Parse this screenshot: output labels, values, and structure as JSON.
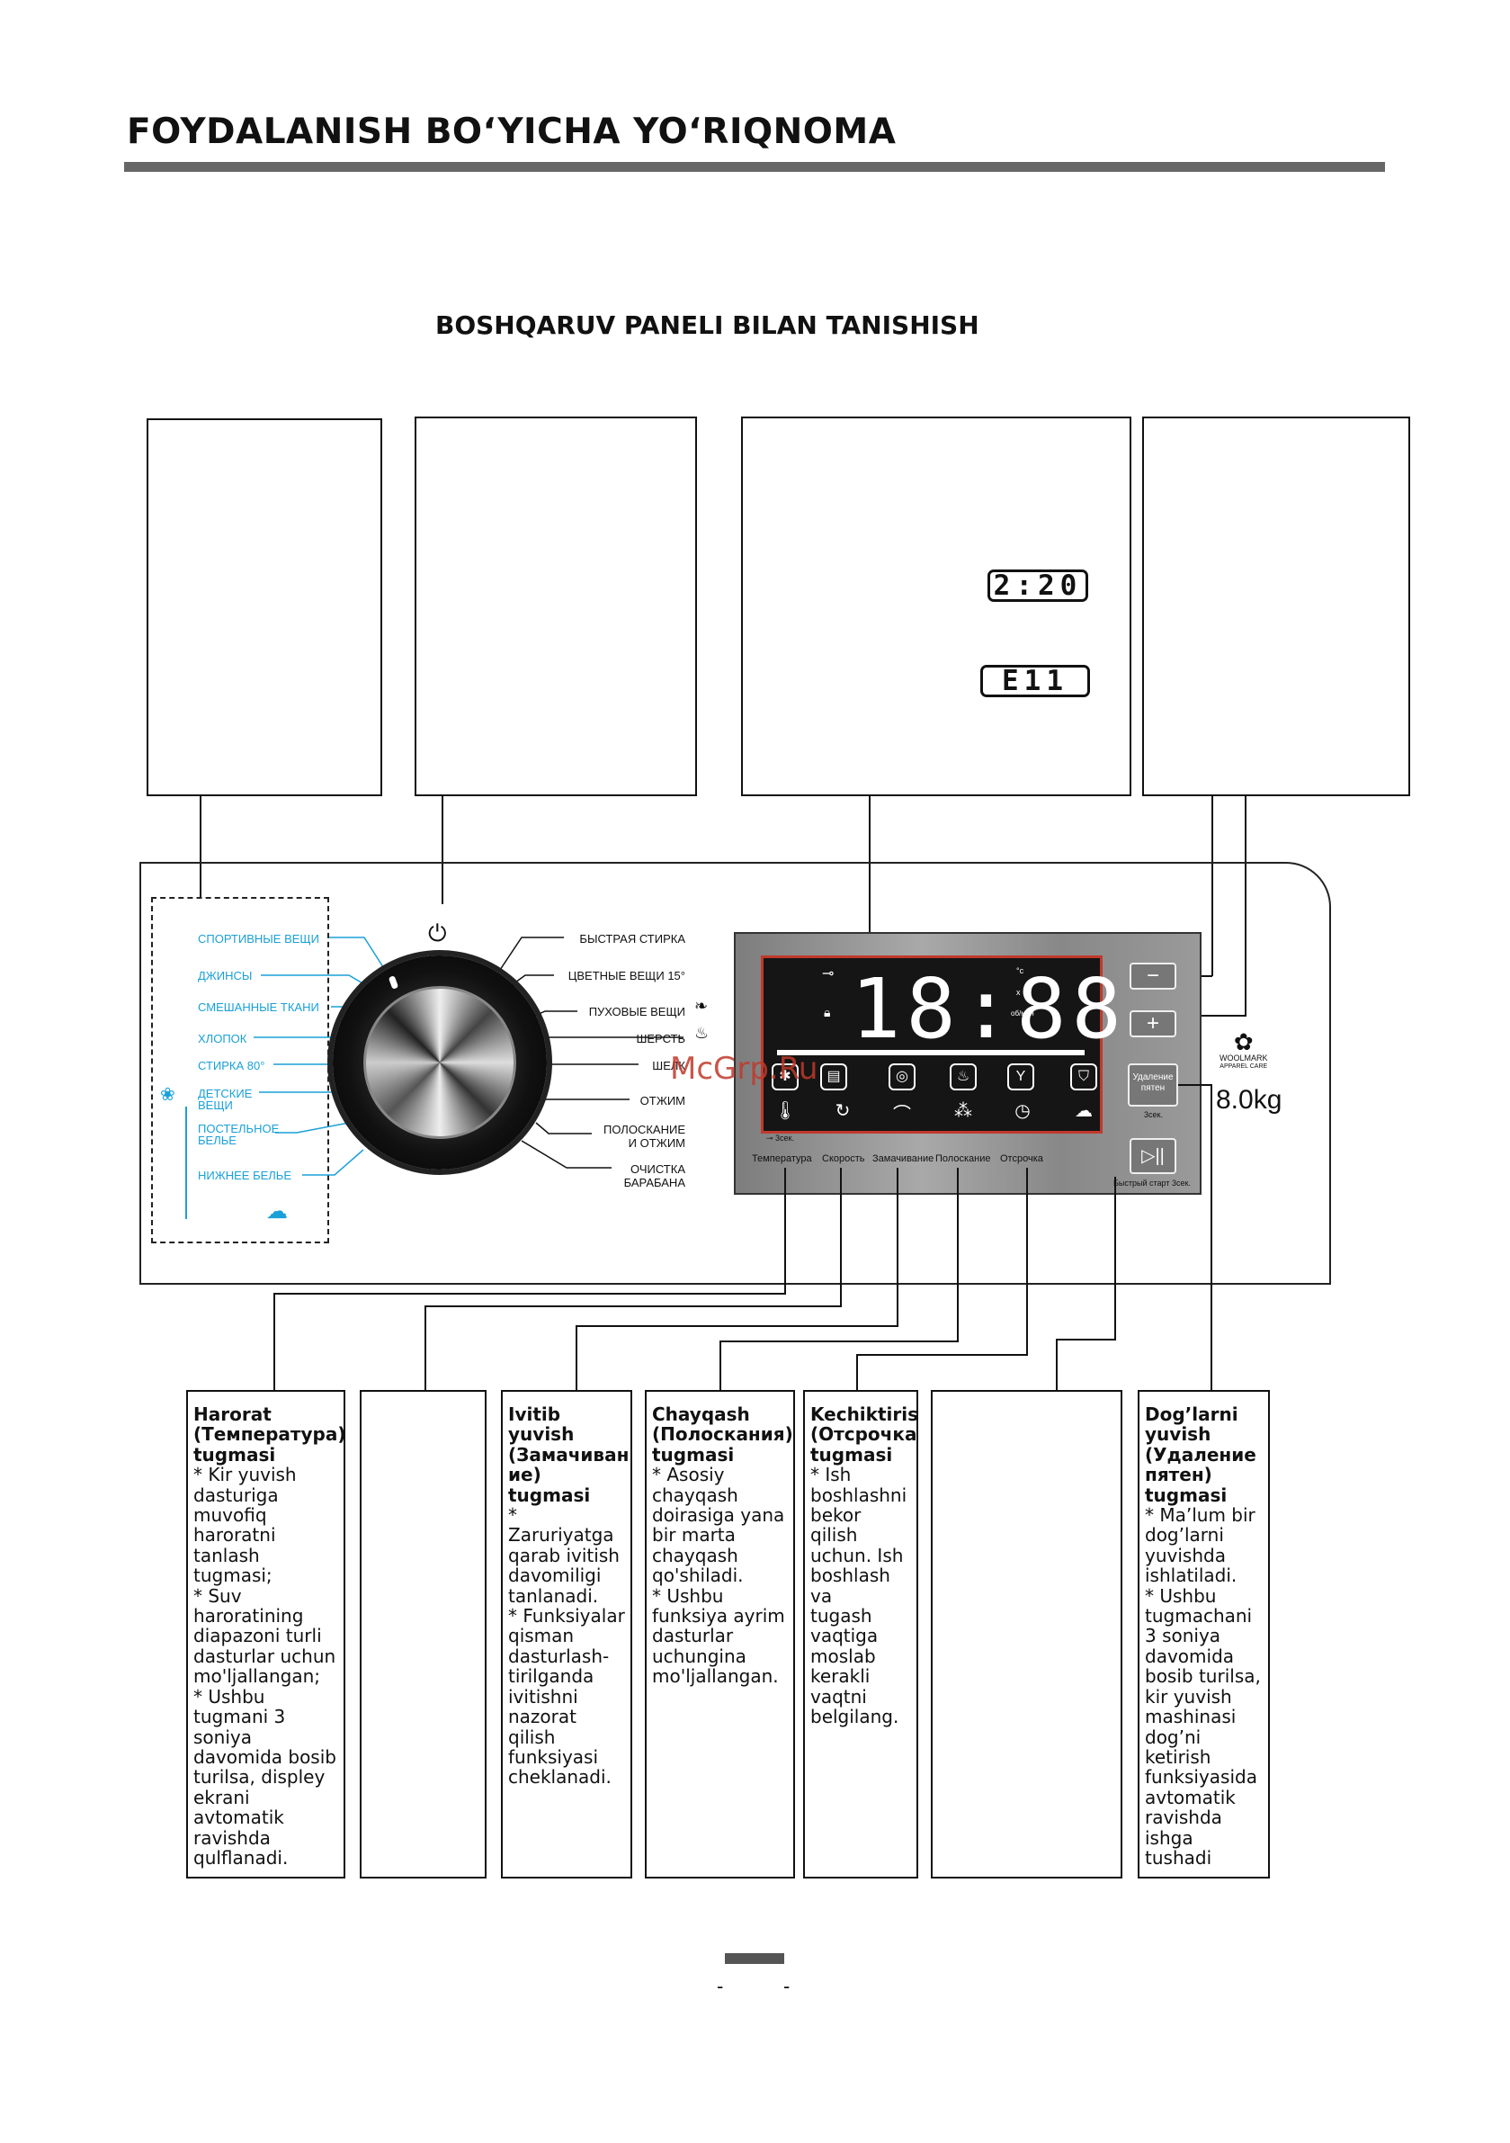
{
  "header": {
    "title": "FOYDALANISH BO‘YICHA YO‘RIQNOMA"
  },
  "section": {
    "title": "BOSHQARUV PANELI BILAN TANISHISH"
  },
  "lcd_small": {
    "time": "2:20",
    "error": "E11"
  },
  "programs_left": [
    "СПОРТИВНЫЕ ВЕЩИ",
    "ДЖИНСЫ",
    "СМЕШАННЫЕ ТКАНИ",
    "ХЛОПОК",
    "СТИРКА 80°",
    "ДЕТСКИЕ\nВЕЩИ",
    "ПОСТЕЛЬНОЕ\nБЕЛЬЕ",
    "НИЖНЕЕ БЕЛЬЕ"
  ],
  "programs_right": [
    "БЫСТРАЯ СТИРКА",
    "ЦВЕТНЫЕ ВЕЩИ 15°",
    "ПУХОВЫЕ ВЕЩИ",
    "ШЕРСТЬ",
    "ШЕЛК",
    "ОТЖИМ",
    "ПОЛОСКАНИЕ\nИ ОТЖИМ",
    "ОЧИСТКА\nБАРАБАНА"
  ],
  "display": {
    "digits": "18:88",
    "unit_c": "°c",
    "unit_x": "x",
    "unit_rpm": "об/мин",
    "lock_note": "3сек."
  },
  "panel_buttons": [
    "Температура",
    "Скорость",
    "Замачивание",
    "Полоскание",
    "Отсрочка"
  ],
  "side_buttons": {
    "minus": "−",
    "plus": "+",
    "stain_label": "Удаление\nпятен",
    "stain_hold": "3сек.",
    "start_label": "Быстрый старт 3сек.",
    "start_icon": "▷||"
  },
  "woolmark": {
    "name": "WOOLMARK",
    "sub": "APPAREL CARE"
  },
  "capacity": "8.0kg",
  "watermark": "McGrp.Ru",
  "descriptions": [
    {
      "title": "Harorat\n(Температура)\ntugmasi",
      "body": "* Kir yuvish\ndasturiga\nmuvofiq\nharoratni\ntanlash tugmasi;\n* Suv\nharoratining\ndiapazoni turli\ndasturlar uchun\nmo'ljallangan;\n* Ushbu\ntugmani 3\nsoniya\ndavomida bosib\nturilsa, displey\nekrani\navtomatik\nravishda\nqulflanadi."
    },
    {
      "title": "",
      "body": ""
    },
    {
      "title": "Ivitib yuvish\n(Замачиван\nие) tugmasi",
      "body": "* Zaruriyatga\nqarab ivitish\ndavomiligi\ntanlanadi.\n* Funksiyalar\nqisman\ndasturlash-\ntirilganda\nivitishni\nnazorat qilish\nfunksiyasi\ncheklanadi."
    },
    {
      "title": "Chayqash\n(Полоскания)\ntugmasi",
      "body": "* Asosiy\nchayqash\ndoirasiga yana\nbir marta\nchayqash\nqo'shiladi.\n* Ushbu\nfunksiya ayrim\ndasturlar\nuchungina\nmo'ljallangan."
    },
    {
      "title": "Kechiktirish\n(Отсрочка)\ntugmasi",
      "body": "* Ish\nboshlashni\nbekor qilish\nuchun. Ish\nboshlash va\ntugash\nvaqtiga\nmoslab\nkerakli\nvaqtni\nbelgilang."
    },
    {
      "title": "",
      "body": ""
    },
    {
      "title": "Dog’larni\nyuvish\n(Удаление\nпятен)\ntugmasi",
      "body": "* Ma’lum bir\ndog’larni\nyuvishda\nishlatiladi.\n* Ushbu\ntugmachani\n3 soniya\ndavomida\nbosib turilsa,\nkir yuvish\nmashinasi\ndog’ni\nketirish\nfunksiyasida\navtomatik\nravishda\nishga tushadi"
    }
  ],
  "footer": {
    "dash_left": "-",
    "dash_right": "-"
  }
}
